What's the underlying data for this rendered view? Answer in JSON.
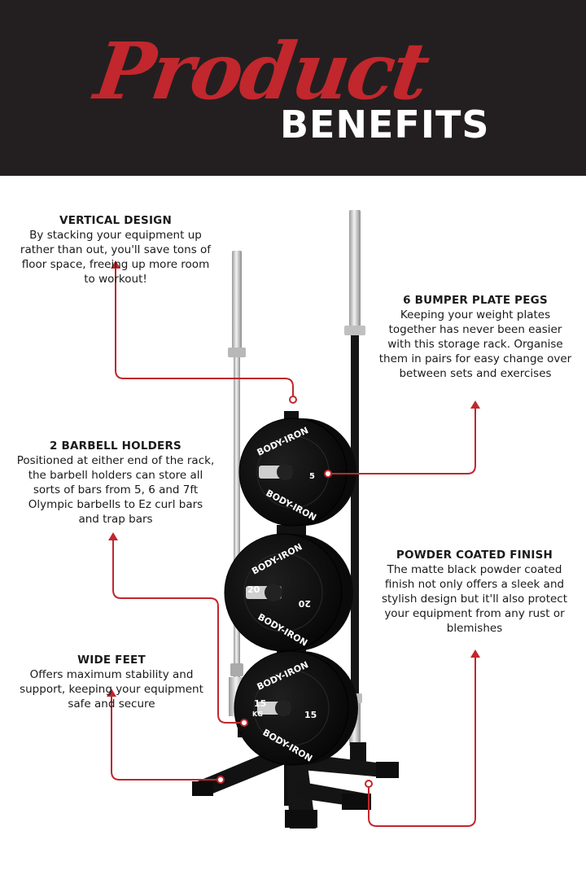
{
  "header": {
    "script_title": "Product",
    "block_title": "BENEFITS",
    "accent_color": "#c1272d",
    "background_color": "#231f20"
  },
  "benefits": [
    {
      "title": "VERTICAL DESIGN",
      "text": "By stacking your equipment up rather than out, you'll save tons of floor space, freeing up more room to workout!"
    },
    {
      "title": "6 BUMPER PLATE PEGS",
      "text": "Keeping your weight plates together has never been easier with this storage rack. Organise them in pairs for easy change over between sets and exercises"
    },
    {
      "title": "2 BARBELL HOLDERS",
      "text": "Positioned at either end of the rack, the barbell holders can store all sorts of bars from 5, 6 and 7ft Olympic barbells to Ez curl bars and trap bars"
    },
    {
      "title": "POWDER COATED FINISH",
      "text": "The matte black powder coated finish not only offers a sleek and stylish design but it'll also protect your equipment from any rust or blemishes"
    },
    {
      "title": "WIDE FEET",
      "text": "Offers maximum stability and support, keeping your equipment safe and secure"
    }
  ],
  "plates": {
    "brand": "BODY-IRON",
    "top_weight": "5",
    "middle_weight": "20",
    "bottom_weight": "15",
    "unit": "KG"
  }
}
